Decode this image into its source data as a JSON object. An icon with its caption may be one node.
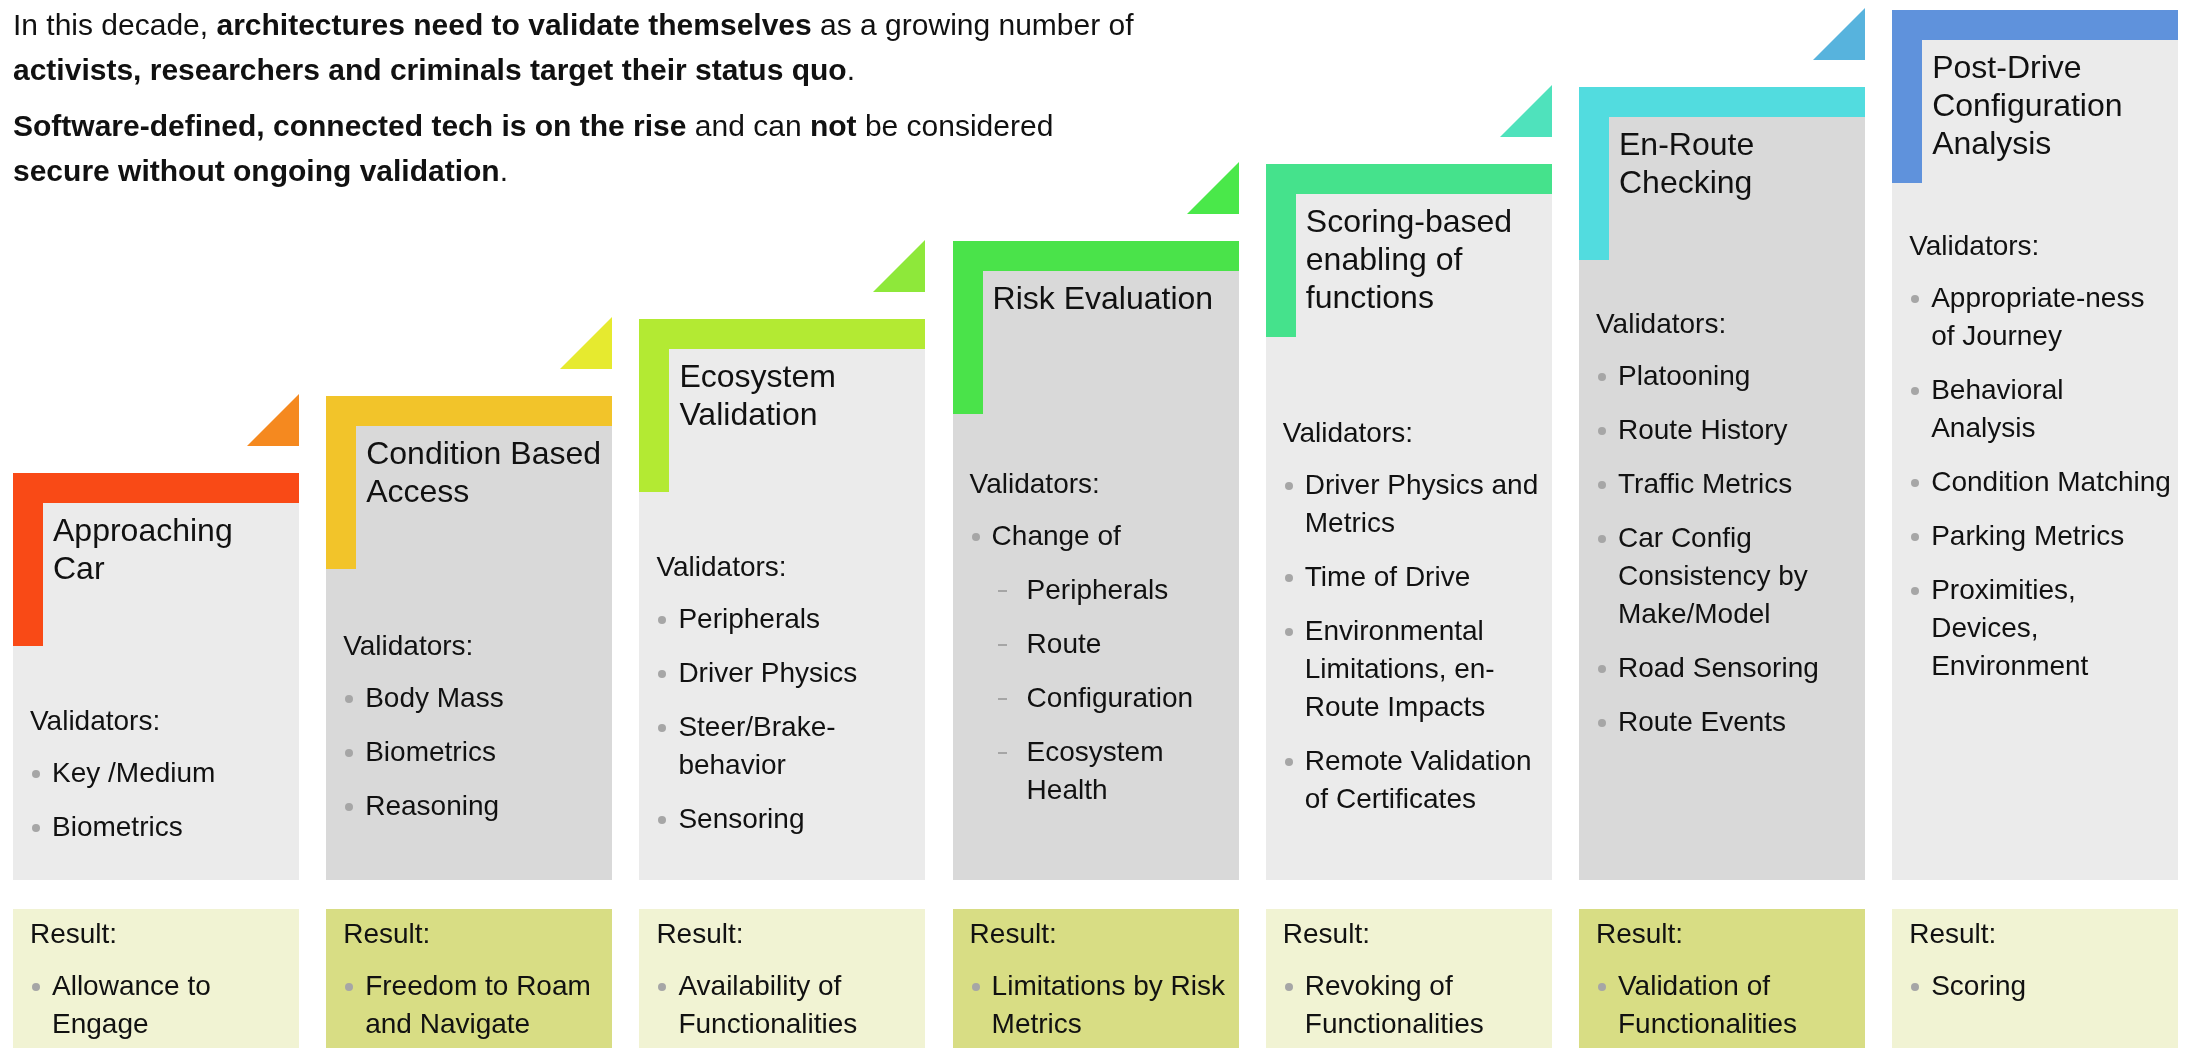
{
  "diagram": {
    "nodes": [
      {
        "text": [
          "Approaching Car",
          "Validators:",
          "Key /Medium",
          "Biometrics"
        ]
      },
      {
        "text": [
          "Result:",
          "Allowance to Engage"
        ]
      },
      {
        "text": [
          "Condition Based Access",
          "Validators:",
          "Body Mass",
          "Biometrics",
          "Reasoning"
        ]
      },
      {
        "text": [
          "Result:",
          "Freedom to Roam and Navigate"
        ]
      },
      {
        "text": [
          "Ecosystem Validation",
          "Validators:",
          "Peripherals",
          "Driver Physics",
          "Steer/Brake-behavior",
          "Sensoring"
        ]
      },
      {
        "text": [
          "Result:",
          "Availability of Functionalities"
        ]
      },
      {
        "text": [
          "Risk Evaluation",
          "Validators:",
          "Change of",
          "Peripherals",
          "Route",
          "Configuration",
          "Ecosystem Health"
        ]
      },
      {
        "text": [
          "Result:",
          "Limitations by Risk Metrics"
        ]
      },
      {
        "text": [
          "Scoring-based enabling of functions",
          "Validators:",
          "Driver Physics and Metrics",
          "Time of Drive",
          "Environmental Limitations, en-Route Impacts",
          "Remote Validation of Certificates"
        ]
      },
      {
        "text": [
          "Result:",
          "Revoking of Functionalities"
        ]
      },
      {
        "text": [
          "En-Route Checking",
          "Validators:",
          "Platooning",
          "Route History",
          "Traffic Metrics",
          "Car Config Consistency by Make/Model",
          "Road Sensoring",
          "Route Events"
        ]
      },
      {
        "text": [
          "Result:",
          "Validation of Functionalities"
        ]
      },
      {
        "text": [
          "Post-Drive Configuration Analysis",
          "Validators:",
          "Appropriate-ness of Journey",
          "Behavioral Analysis",
          "Condition Matching",
          "Parking Metrics",
          "Proximities, Devices, Environment"
        ]
      },
      {
        "text": [
          "Result:",
          "Scoring"
        ]
      }
    ],
    "labels": [
      "In this decade, **architectures need to validate themselves** as a growing number of **activists, researchers and criminals target their status quo**.",
      "**Software-defined, connected tech is on the rise** and can **not** be considered **secure without ongoing validation**."
    ]
  }
}
